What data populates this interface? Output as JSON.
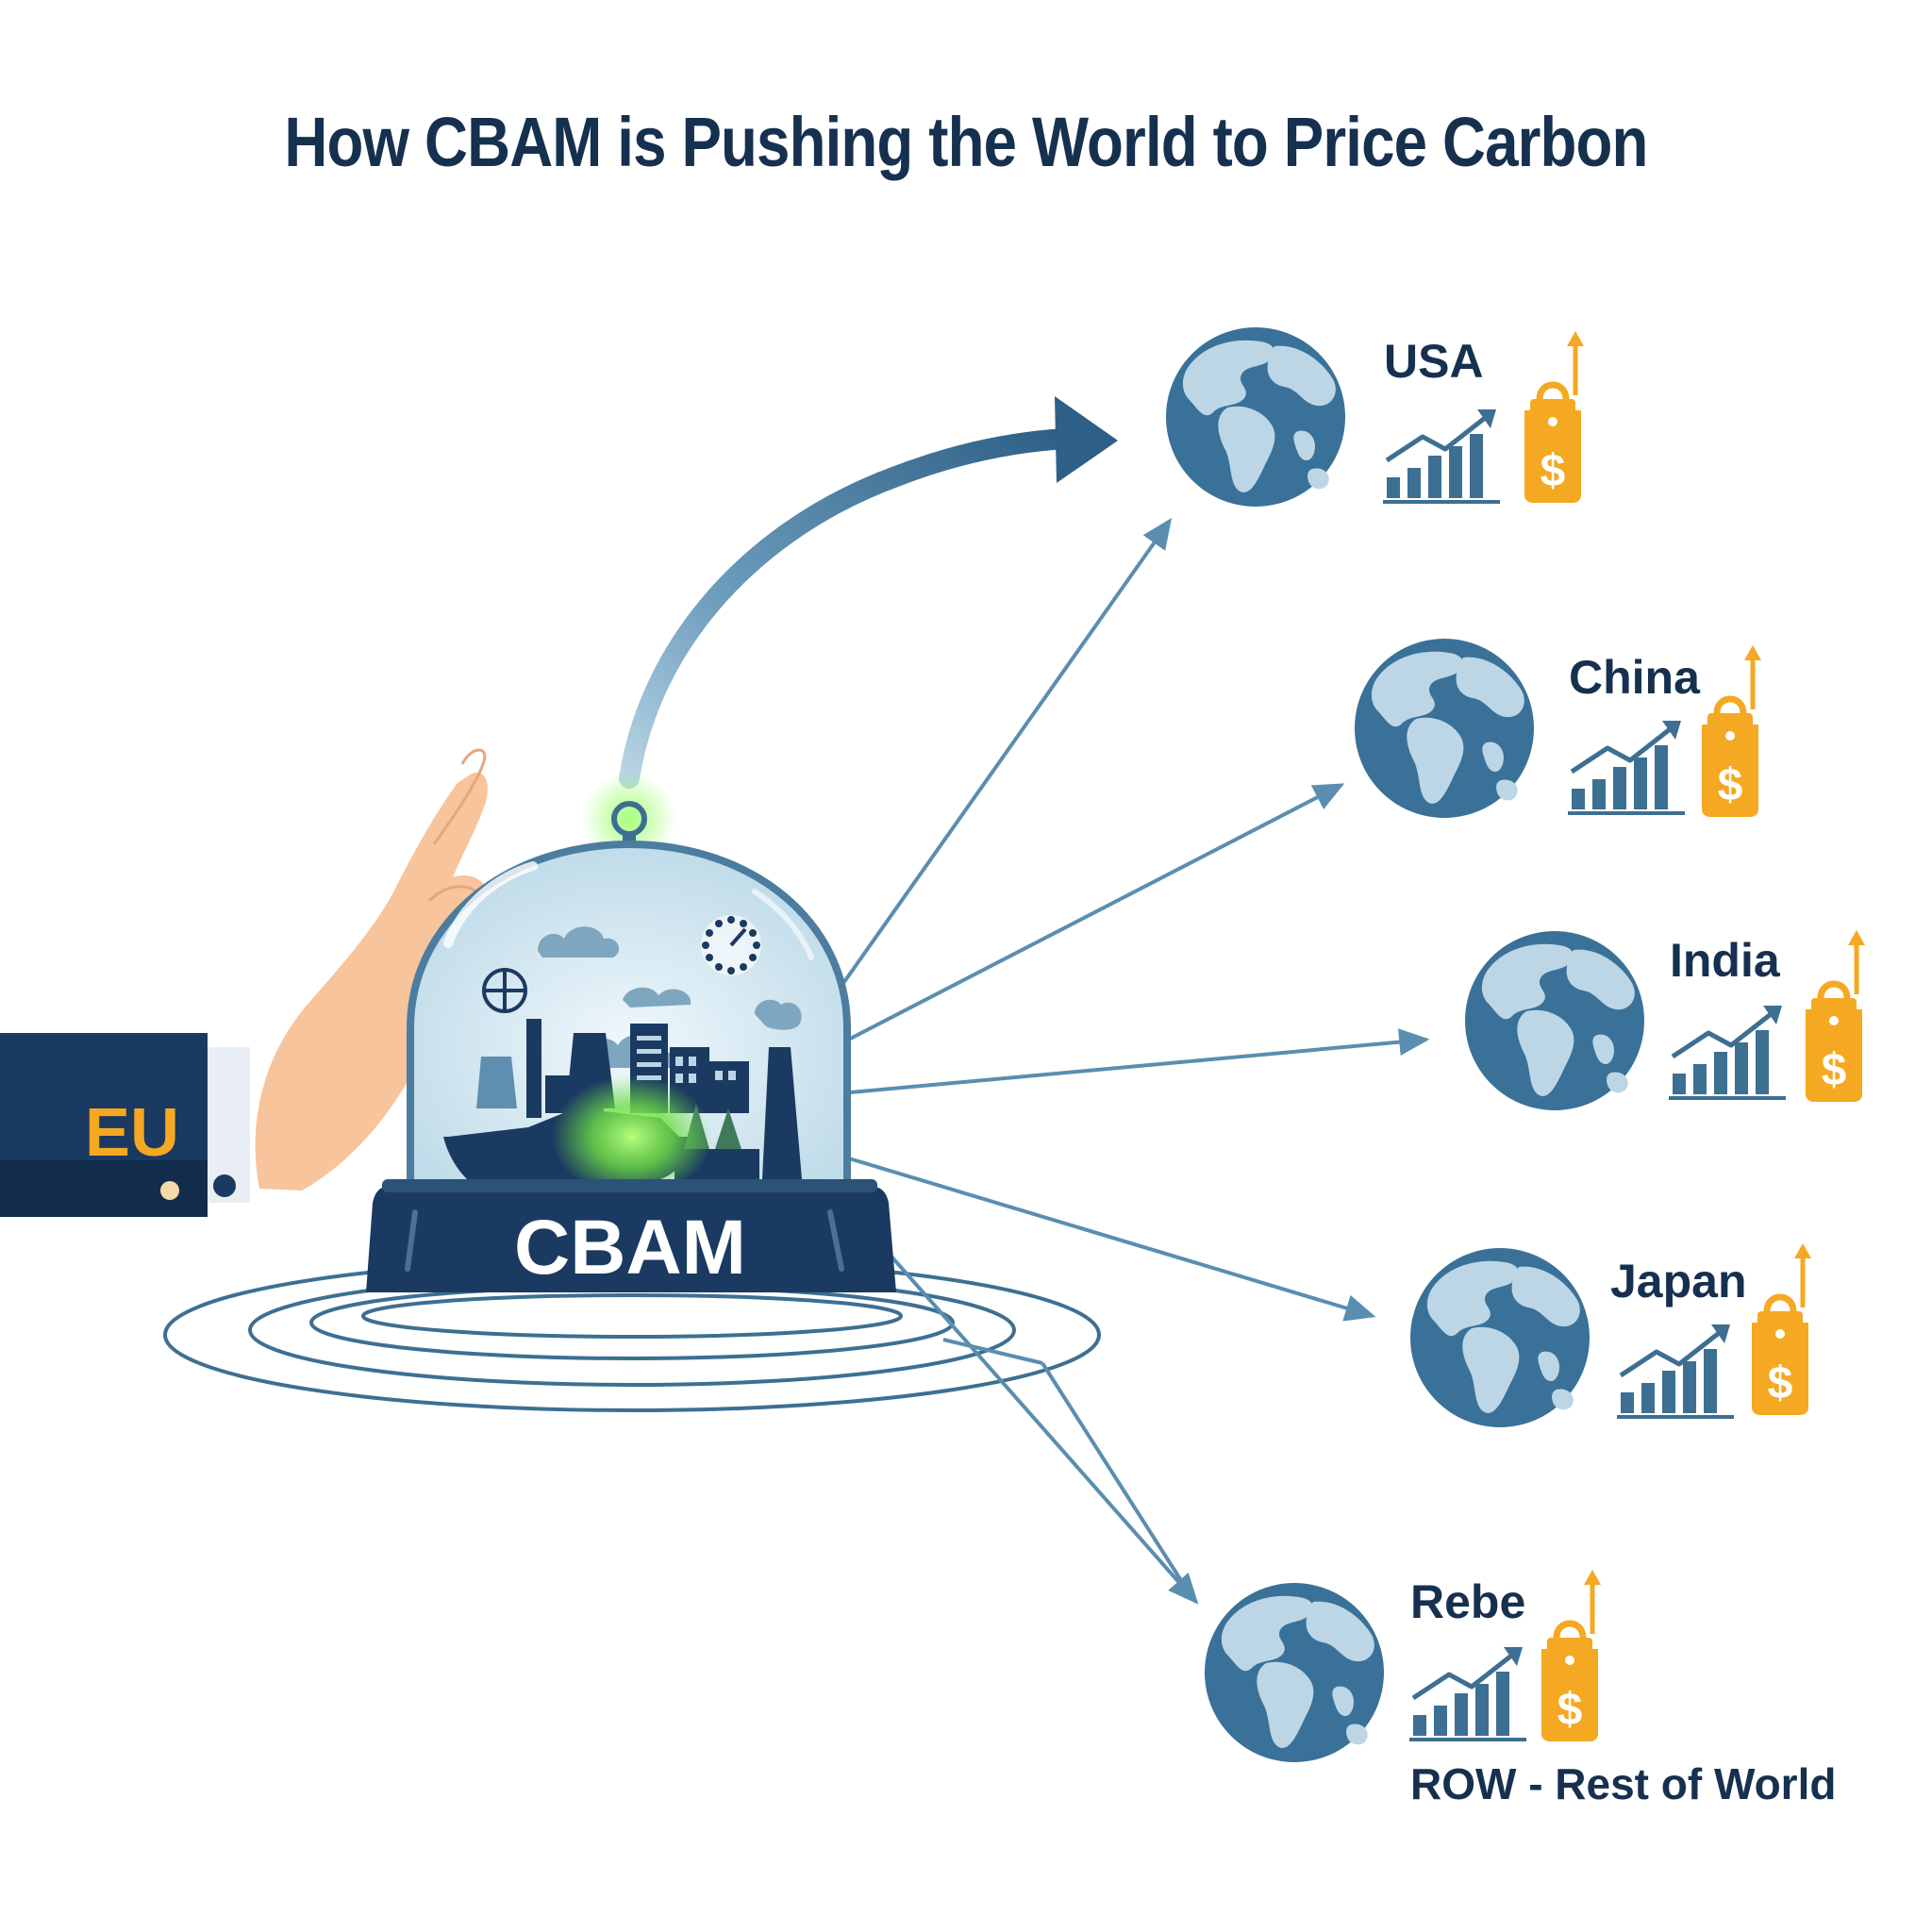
{
  "title": "How CBAM is Pushing the World to Price Carbon",
  "source": {
    "cuff_label": "EU",
    "dome_label": "CBAM"
  },
  "destinations": [
    {
      "label": "USA",
      "icons": [
        "growth-chart-icon",
        "price-tag-icon"
      ]
    },
    {
      "label": "China",
      "icons": [
        "growth-chart-icon",
        "price-tag-icon"
      ]
    },
    {
      "label": "India",
      "icons": [
        "growth-chart-icon",
        "price-tag-icon"
      ]
    },
    {
      "label": "Japan",
      "icons": [
        "growth-chart-icon",
        "price-tag-icon"
      ]
    },
    {
      "label": "Rebe",
      "sublabel": "ROW - Rest of World",
      "icons": [
        "growth-chart-icon",
        "price-tag-icon"
      ]
    }
  ],
  "colors": {
    "navy": "#16304f",
    "sleeve": "#1a3a61",
    "steel_blue": "#3d6f92",
    "arrow": "#5a8eb0",
    "globe_ocean": "#3a7198",
    "globe_land": "#bcd6e6",
    "gold": "#f5a821",
    "skin": "#f8c49c",
    "glow": "#6fe044"
  }
}
